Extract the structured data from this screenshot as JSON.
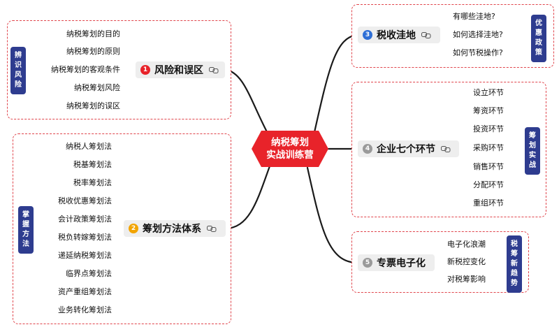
{
  "center": {
    "line1": "纳税筹划",
    "line2": "实战训练营",
    "color": "#e8232a"
  },
  "branches": {
    "b1": {
      "num": "1",
      "label": "风险和误区",
      "num_color": "#e8232a",
      "tag": [
        "辨",
        "识",
        "风",
        "险"
      ],
      "items": [
        "纳税筹划的目的",
        "纳税筹划的原则",
        "纳税筹划的客观条件",
        "纳税筹划风险",
        "纳税筹划的误区"
      ]
    },
    "b2": {
      "num": "2",
      "label": "筹划方法体系",
      "num_color": "#f2a400",
      "tag": [
        "掌",
        "握",
        "方",
        "法"
      ],
      "items": [
        "纳税人筹划法",
        "税基筹划法",
        "税率筹划法",
        "税收优惠筹划法",
        "会计政策筹划法",
        "税负转嫁筹划法",
        "递延纳税筹划法",
        "临界点筹划法",
        "资产重组筹划法",
        "业务转化筹划法"
      ]
    },
    "b3": {
      "num": "3",
      "label": "税收洼地",
      "num_color": "#2f6fd6",
      "tag": [
        "优",
        "惠",
        "政",
        "策"
      ],
      "items": [
        "有哪些洼地?",
        "如何选择洼地?",
        "如何节税操作?"
      ]
    },
    "b4": {
      "num": "4",
      "label": "企业七个环节",
      "num_color": "#9a9a9a",
      "tag": [
        "筹",
        "划",
        "实",
        "战"
      ],
      "items": [
        "设立环节",
        "筹资环节",
        "投资环节",
        "采购环节",
        "销售环节",
        "分配环节",
        "重组环节"
      ]
    },
    "b5": {
      "num": "5",
      "label": "专票电子化",
      "num_color": "#9a9a9a",
      "tag": [
        "税",
        "筹",
        "新",
        "趋",
        "势"
      ],
      "items": [
        "电子化浪潮",
        "新税控变化",
        "对税筹影响"
      ]
    }
  },
  "icons": {
    "branch_link": "link-icon"
  },
  "colors": {
    "line": "#1a1a1a",
    "box_border": "#e0444b",
    "tag_bg": "#2e3c8f"
  }
}
